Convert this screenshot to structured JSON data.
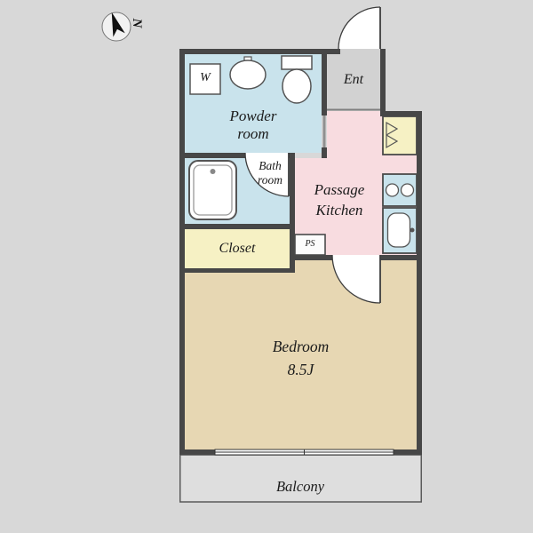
{
  "compass": {
    "label": "N"
  },
  "rooms": {
    "powder_room": {
      "label": "Powder\nroom"
    },
    "ent": {
      "label": "Ent"
    },
    "bath_room": {
      "label": "Bath\nroom"
    },
    "passage_kitchen": {
      "label": "Passage\nKitchen"
    },
    "closet": {
      "label": "Closet"
    },
    "ps": {
      "label": "PS"
    },
    "bedroom": {
      "label": "Bedroom\n8.5J"
    },
    "balcony": {
      "label": "Balcony"
    }
  },
  "fixtures": {
    "washing_machine": {
      "label": "W"
    }
  },
  "colors": {
    "page_background": "#d8d8d8",
    "wall": "#474747",
    "wet_area": "#c9e3ec",
    "passage": "#f8dce0",
    "storage": "#f6f1c4",
    "bedroom": "#e7d7b3",
    "entrance": "#d2d2d2",
    "balcony": "#dedede",
    "fixture_fill": "#ffffff"
  }
}
